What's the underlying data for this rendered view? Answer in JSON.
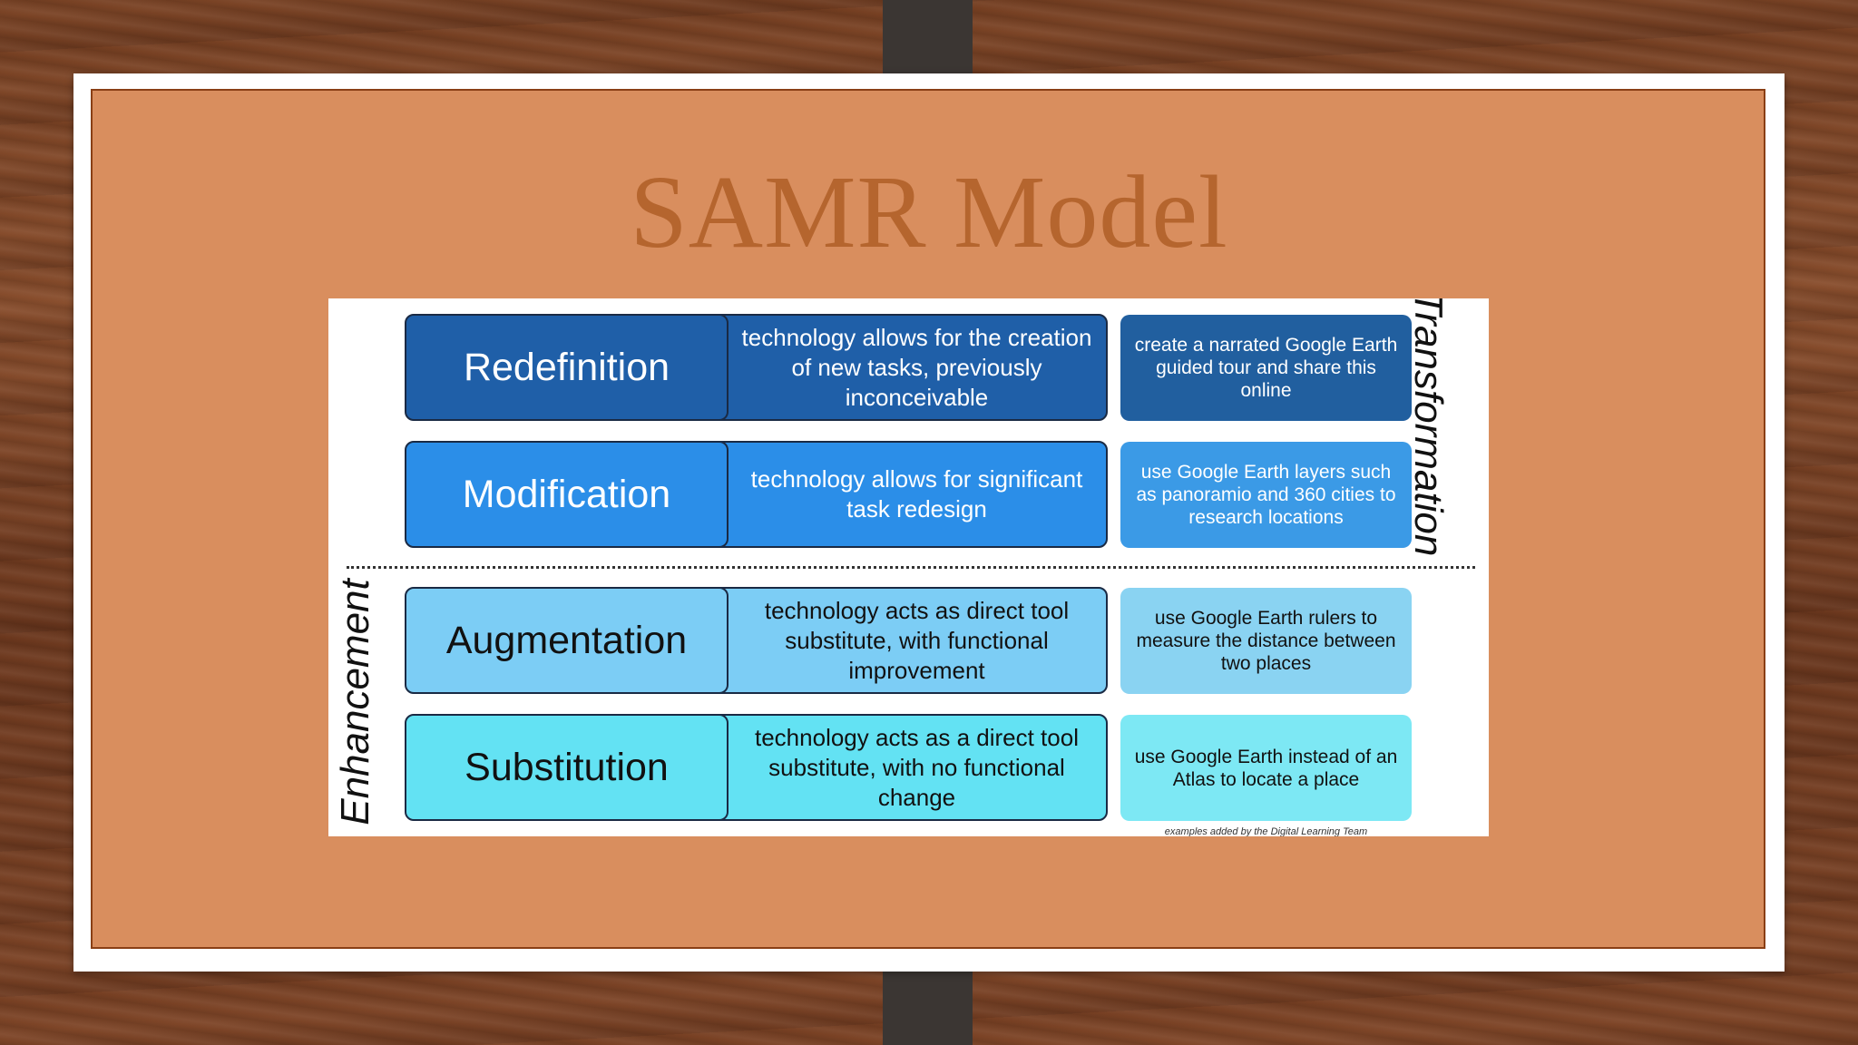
{
  "slide": {
    "title": "SAMR Model"
  },
  "diagram": {
    "side_labels": {
      "top": "Transformation",
      "bottom": "Enhancement"
    },
    "levels": [
      {
        "name": "Redefinition",
        "description": "technology allows for the creation of new tasks, previously inconceivable",
        "example": "create a narrated Google Earth guided tour and share this online"
      },
      {
        "name": "Modification",
        "description": "technology allows for significant task redesign",
        "example": "use Google Earth layers such as panoramio and 360 cities to research locations"
      },
      {
        "name": "Augmentation",
        "description": "technology acts as direct tool substitute, with functional improvement",
        "example": "use Google Earth rulers to measure the distance between two places"
      },
      {
        "name": "Substitution",
        "description": "technology acts as a direct tool substitute, with no functional change",
        "example": "use Google Earth instead of an Atlas to locate a place"
      }
    ],
    "credit": "examples added by the Digital Learning Team"
  },
  "colors": {
    "redefinition": "#1f5fa8",
    "modification": "#2b8ee8",
    "augmentation": "#7ccdf5",
    "substitution": "#63e2f3",
    "slide_background": "#d98e5e",
    "title": "#b5652e"
  }
}
